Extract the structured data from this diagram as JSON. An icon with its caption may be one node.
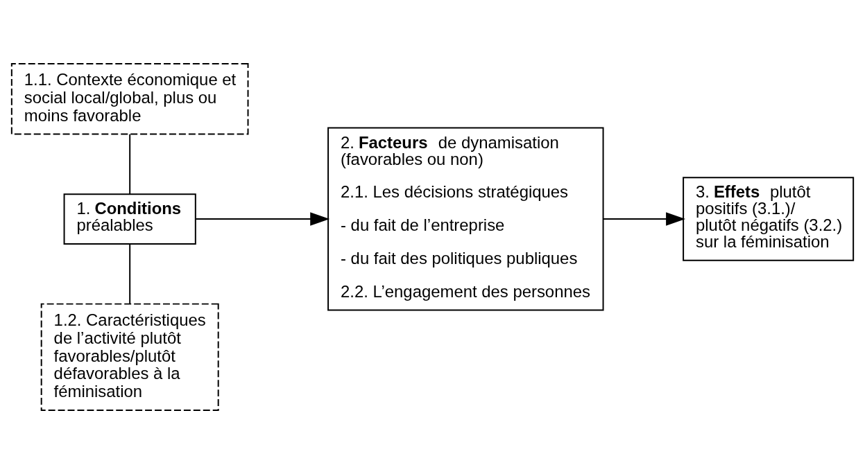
{
  "diagram": {
    "nodes": [
      {
        "text": [
          "1.1. Contexte économique et social local/global, plus ou moins favorable"
        ]
      },
      {
        "text": [
          "1. **Conditions** préalables"
        ]
      },
      {
        "text": [
          "1.2. Caractéristiques de l’activité plutôt favorables/plutôt défavorables à la féminisation"
        ]
      },
      {
        "text": [
          "2. **Facteurs** de dynamisation (favorables ou non)",
          "2.1. Les décisions stratégiques",
          "- du fait de l’entreprise",
          "- du fait des politiques publiques",
          "2.2. L’engagement des personnes"
        ]
      },
      {
        "text": [
          "3. **Effets** plutôt positifs (3.1.)/ plutôt négatifs (3.2.) sur la féminisation"
        ]
      }
    ],
    "edges": [
      {
        "from": 0,
        "to": 1,
        "arrow": "none"
      },
      {
        "from": 1,
        "to": 2,
        "arrow": "none"
      },
      {
        "from": 1,
        "to": 3,
        "arrow": "to"
      },
      {
        "from": 3,
        "to": 4,
        "arrow": "to"
      }
    ]
  }
}
